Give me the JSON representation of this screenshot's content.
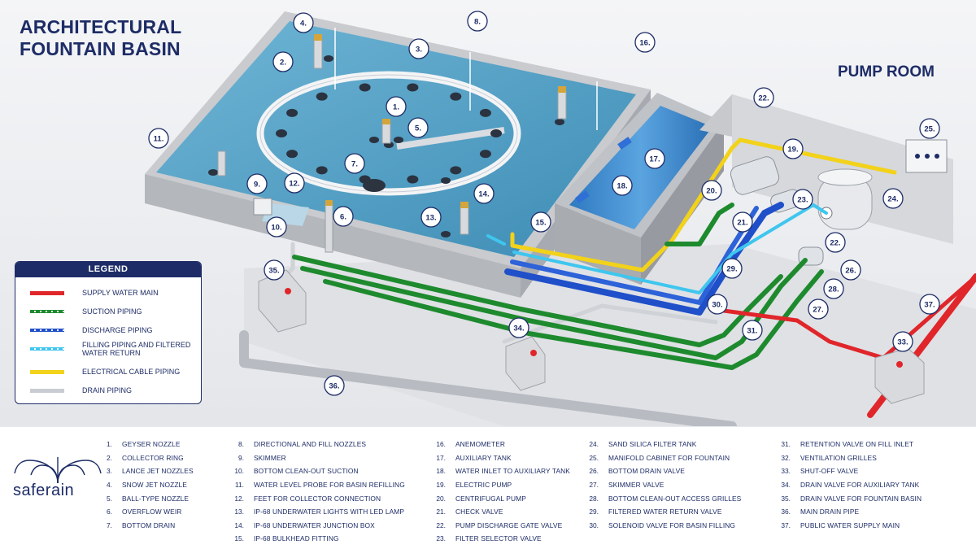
{
  "title": {
    "line1": "ARCHITECTURAL",
    "line2": "FOUNTAIN BASIN"
  },
  "pump_room_title": "PUMP ROOM",
  "legend": {
    "heading": "LEGEND",
    "items": [
      {
        "label": "SUPPLY WATER MAIN",
        "color": "#e0262a",
        "style": "solid"
      },
      {
        "label": "SUCTION PIPING",
        "color": "#1e8a2e",
        "style": "dashed"
      },
      {
        "label": "DISCHARGE PIPING",
        "color": "#1f4fc9",
        "style": "dashed"
      },
      {
        "label": "FILLING PIPING AND FILTERED WATER RETURN",
        "color": "#3fc6ee",
        "style": "dashed"
      },
      {
        "label": "ELECTRICAL CABLE PIPING",
        "color": "#f2d21a",
        "style": "solid"
      },
      {
        "label": "DRAIN PIPING",
        "color": "#c9ccd2",
        "style": "solid"
      }
    ]
  },
  "brand": {
    "name": "saferain"
  },
  "components": [
    {
      "num": "1.",
      "label": "GEYSER NOZZLE"
    },
    {
      "num": "2.",
      "label": "COLLECTOR RING"
    },
    {
      "num": "3.",
      "label": "LANCE JET NOZZLES"
    },
    {
      "num": "4.",
      "label": "SNOW JET NOZZLE"
    },
    {
      "num": "5.",
      "label": "BALL-TYPE NOZZLE"
    },
    {
      "num": "6.",
      "label": "OVERFLOW WEIR"
    },
    {
      "num": "7.",
      "label": "BOTTOM DRAIN"
    },
    {
      "num": "8.",
      "label": "DIRECTIONAL AND FILL NOZZLES"
    },
    {
      "num": "9.",
      "label": "SKIMMER"
    },
    {
      "num": "10.",
      "label": "BOTTOM CLEAN-OUT SUCTION"
    },
    {
      "num": "11.",
      "label": "WATER LEVEL PROBE FOR BASIN REFILLING"
    },
    {
      "num": "12.",
      "label": "FEET FOR COLLECTOR CONNECTION"
    },
    {
      "num": "13.",
      "label": "IP-68 UNDERWATER LIGHTS WITH LED LAMP"
    },
    {
      "num": "14.",
      "label": "IP-68 UNDERWATER JUNCTION BOX"
    },
    {
      "num": "15.",
      "label": "IP-68 BULKHEAD FITTING"
    },
    {
      "num": "16.",
      "label": "ANEMOMETER"
    },
    {
      "num": "17.",
      "label": "AUXILIARY TANK"
    },
    {
      "num": "18.",
      "label": "WATER INLET TO AUXILIARY TANK"
    },
    {
      "num": "19.",
      "label": "ELECTRIC PUMP"
    },
    {
      "num": "20.",
      "label": "CENTRIFUGAL PUMP"
    },
    {
      "num": "21.",
      "label": "CHECK VALVE"
    },
    {
      "num": "22.",
      "label": "PUMP DISCHARGE GATE VALVE"
    },
    {
      "num": "23.",
      "label": "FILTER SELECTOR VALVE"
    },
    {
      "num": "24.",
      "label": "SAND SILICA FILTER TANK"
    },
    {
      "num": "25.",
      "label": "MANIFOLD CABINET FOR FOUNTAIN"
    },
    {
      "num": "26.",
      "label": "BOTTOM DRAIN VALVE"
    },
    {
      "num": "27.",
      "label": "SKIMMER VALVE"
    },
    {
      "num": "28.",
      "label": "BOTTOM CLEAN-OUT ACCESS GRILLES"
    },
    {
      "num": "29.",
      "label": "FILTERED WATER RETURN VALVE"
    },
    {
      "num": "30.",
      "label": "SOLENOID VALVE FOR BASIN FILLING"
    },
    {
      "num": "31.",
      "label": "RETENTION VALVE ON FILL INLET"
    },
    {
      "num": "32.",
      "label": "VENTILATION GRILLES"
    },
    {
      "num": "33.",
      "label": "SHUT-OFF VALVE"
    },
    {
      "num": "34.",
      "label": "DRAIN VALVE FOR AUXILIARY TANK"
    },
    {
      "num": "35.",
      "label": "DRAIN VALVE FOR FOUNTAIN BASIN"
    },
    {
      "num": "36.",
      "label": "MAIN DRAIN PIPE"
    },
    {
      "num": "37.",
      "label": "PUBLIC WATER SUPPLY MAIN"
    }
  ],
  "callouts": [
    "1.",
    "2.",
    "3.",
    "4.",
    "5.",
    "6.",
    "7.",
    "8.",
    "9.",
    "10.",
    "11.",
    "12.",
    "13.",
    "14.",
    "15.",
    "16.",
    "17.",
    "18.",
    "19.",
    "20.",
    "21.",
    "22.",
    "22.",
    "23.",
    "24.",
    "25.",
    "26.",
    "27.",
    "28.",
    "29.",
    "30.",
    "31.",
    "33.",
    "34.",
    "35.",
    "36.",
    "37."
  ],
  "colors": {
    "navy": "#1d2c66",
    "water": "#4f9fc4",
    "concrete": "#d2d4d8"
  }
}
